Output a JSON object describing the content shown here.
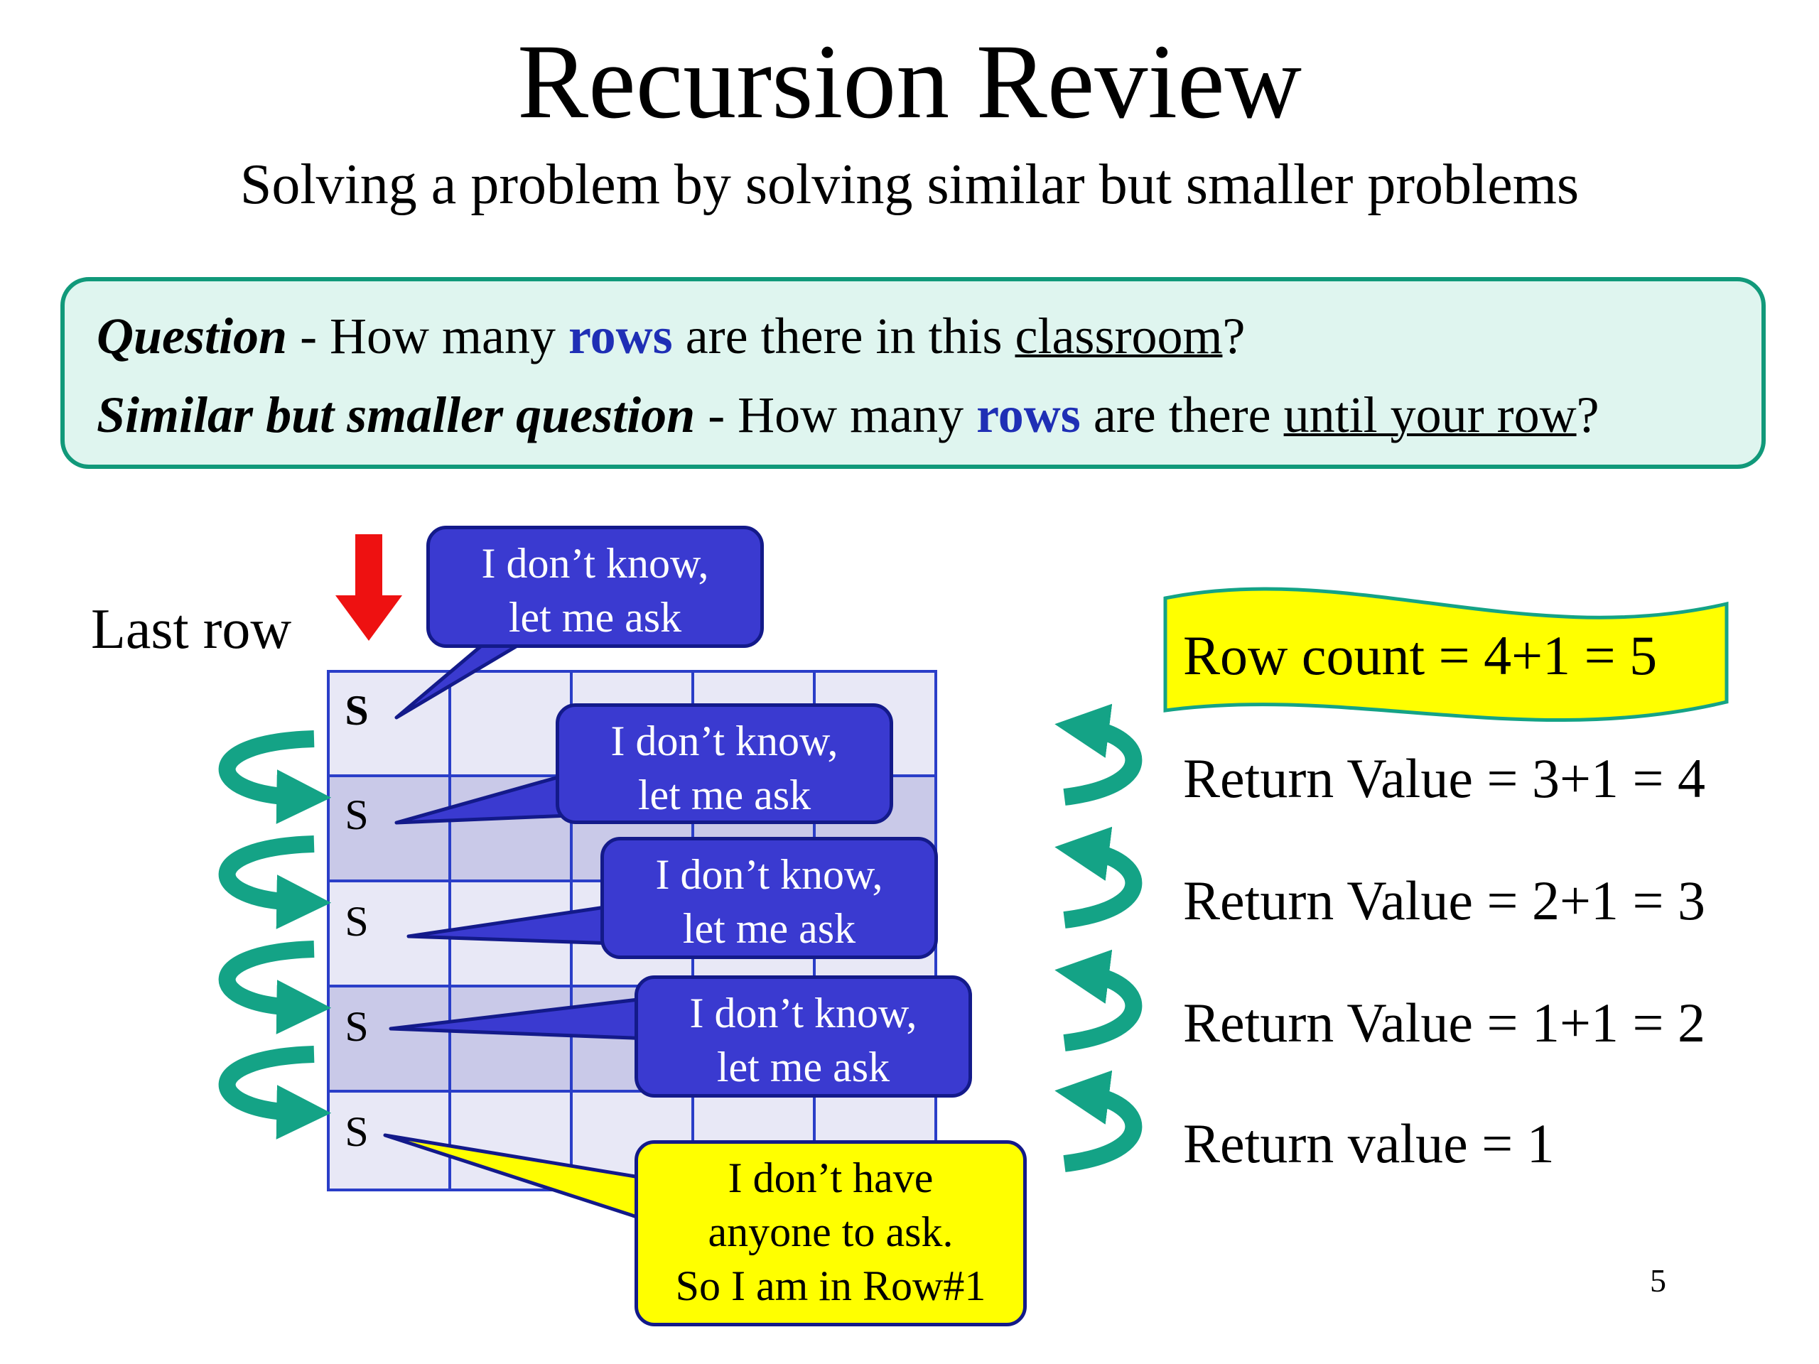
{
  "title": "Recursion Review",
  "subtitle": "Solving a problem by solving similar but smaller problems",
  "question_box": {
    "line1": {
      "label": "Question",
      "sep": " - How many ",
      "keyword": "rows",
      "mid": " are there in this ",
      "underlined": "classroom",
      "end": "?"
    },
    "line2": {
      "label": "Similar but smaller question",
      "sep": " - How many ",
      "keyword": "rows",
      "mid": " are there ",
      "underlined": "until your row",
      "end": "?"
    }
  },
  "last_row_label": "Last row",
  "seat_label": "S",
  "bubbles": [
    {
      "line1": "I don’t know,",
      "line2": "let me ask"
    },
    {
      "line1": "I don’t know,",
      "line2": "let me ask"
    },
    {
      "line1": "I don’t know,",
      "line2": "let me ask"
    },
    {
      "line1": "I don’t know,",
      "line2": "let me ask"
    }
  ],
  "final_bubble": {
    "line1": "I don’t have",
    "line2": "anyone to ask.",
    "line3": "So I am in Row#1"
  },
  "row_count": "Row count = 4+1 = 5",
  "return_values": [
    "Return Value = 3+1 = 4",
    "Return Value = 2+1 = 3",
    "Return Value = 1+1 = 2",
    "Return value = 1"
  ],
  "page_number": "5",
  "colors": {
    "teal": "#14a386",
    "red_arrow": "#ee1111",
    "bubble_blue": "#3a3ad0",
    "highlight_yellow": "#ffff00",
    "keyword_blue": "#1f2fb5"
  }
}
